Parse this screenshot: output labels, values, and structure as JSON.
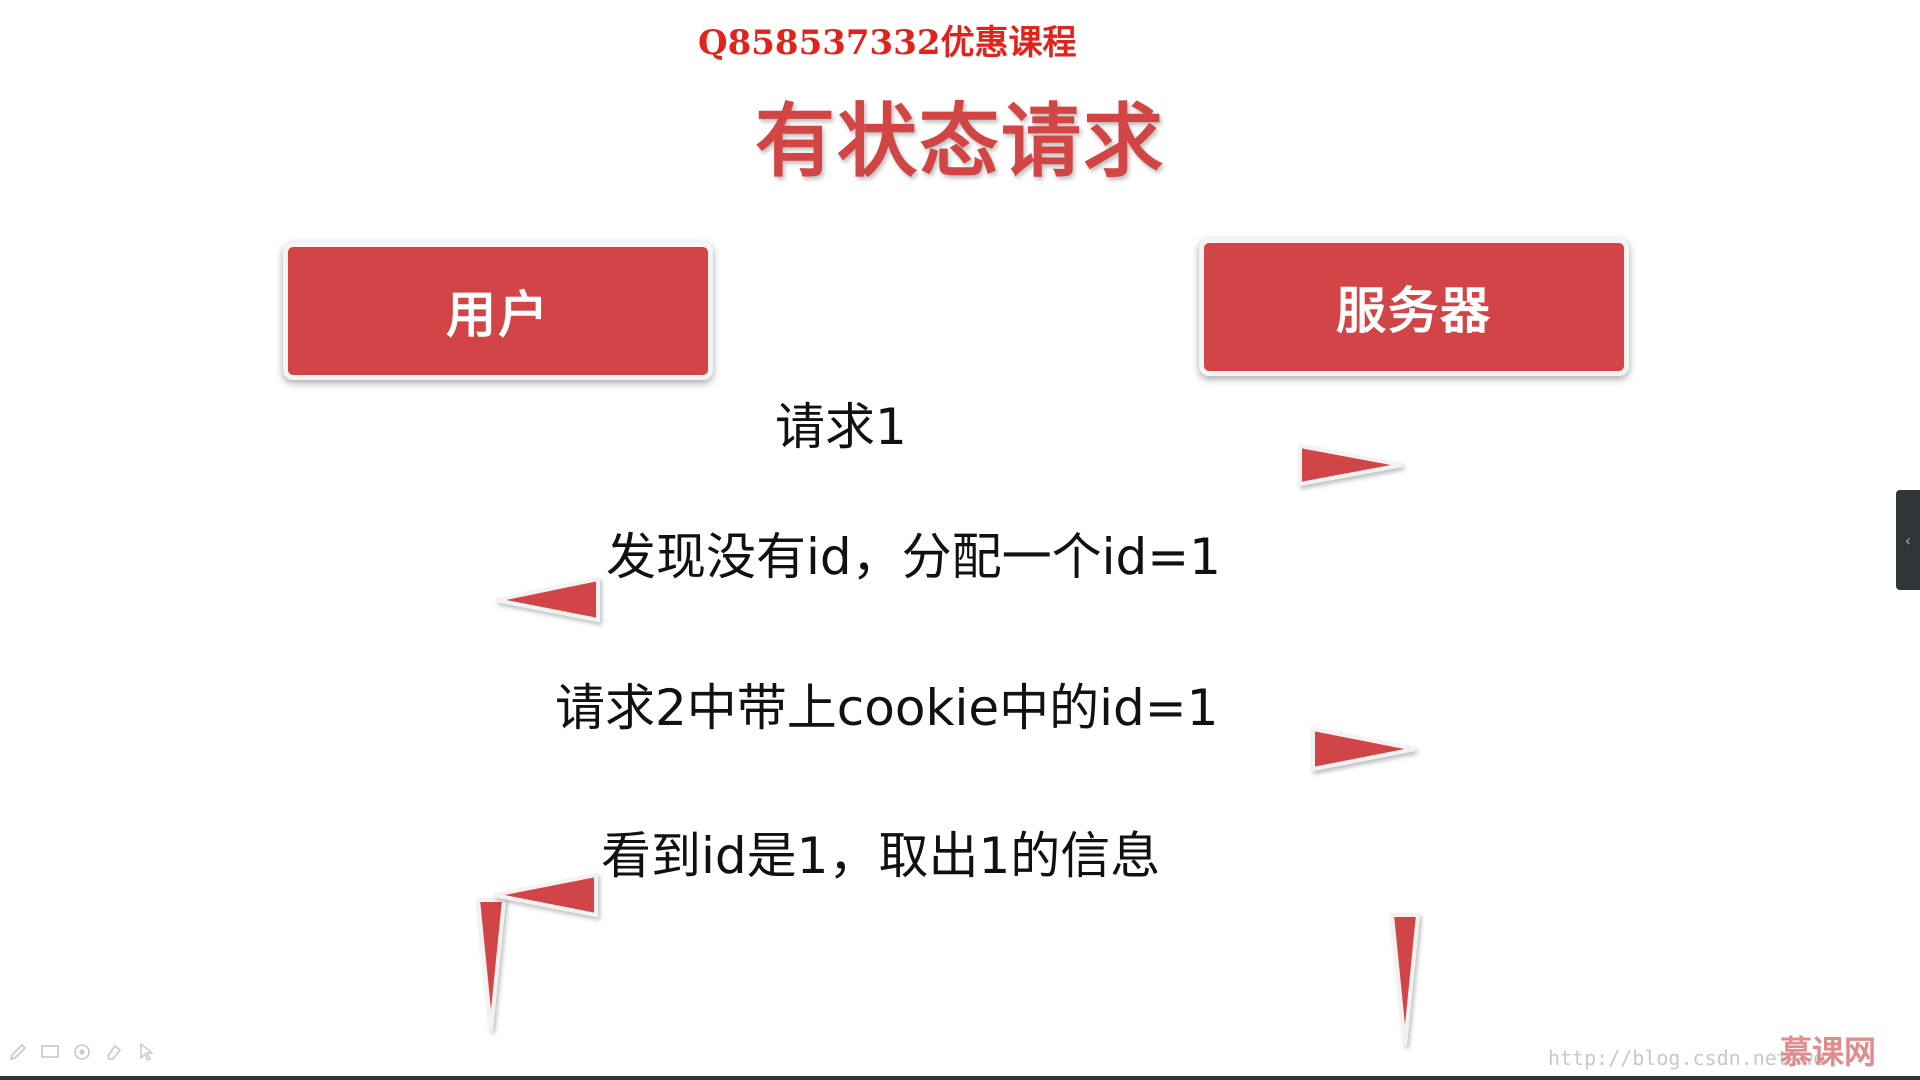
{
  "promo_text": "Q858537332优惠课程",
  "title": "有状态请求",
  "actors": {
    "user": "用户",
    "server": "服务器"
  },
  "messages": [
    {
      "label": "请求1",
      "direction": "user-to-server"
    },
    {
      "label": "发现没有id，分配一个id=1",
      "direction": "server-to-user"
    },
    {
      "label": "请求2中带上cookie中的id=1",
      "direction": "user-to-server"
    },
    {
      "label": "看到id是1，取出1的信息",
      "direction": "server-to-user"
    }
  ],
  "watermark": "http://blog.csdn.net/we",
  "logo": "慕课网",
  "colors": {
    "accent": "#d24446",
    "promo": "#e0241c",
    "line": "#d9d9d9"
  },
  "icons": {
    "pen": "pen-icon",
    "screen": "screen-icon",
    "record": "record-icon",
    "eraser": "eraser-icon",
    "pointer": "pointer-icon",
    "panel_toggle": "chevron-left-icon"
  }
}
